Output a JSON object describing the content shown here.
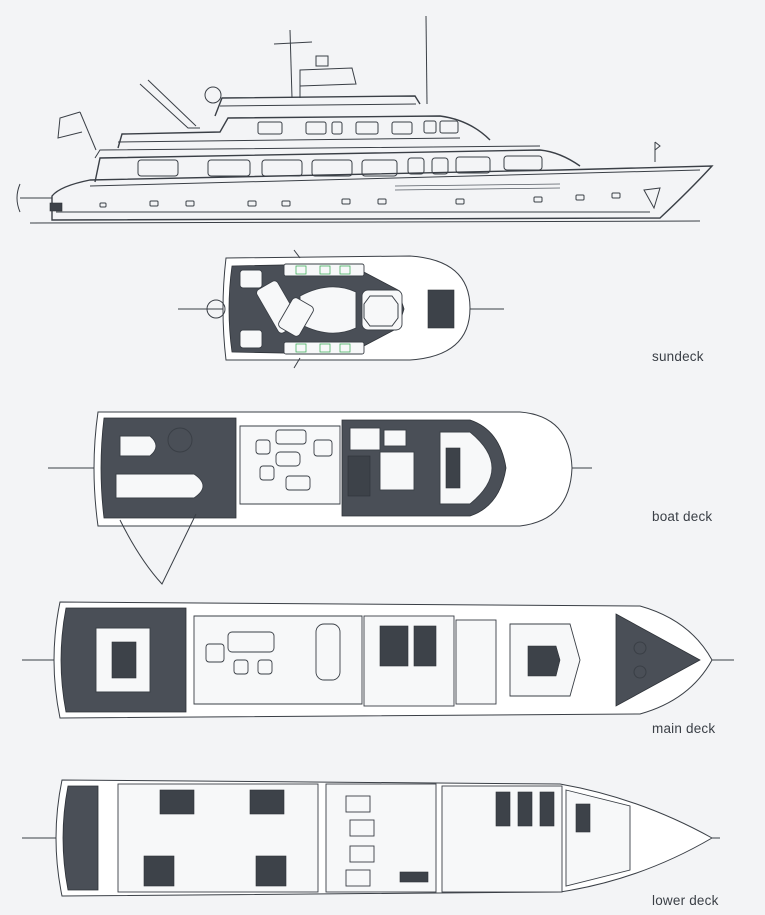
{
  "deck_labels": {
    "sundeck": "sundeck",
    "boat_deck": "boat deck",
    "main_deck": "main deck",
    "lower_deck": "lower deck"
  },
  "colors": {
    "background": "#f3f4f6",
    "line": "#3a3f46",
    "deck_planking": "#4a4f57",
    "accent_green": "#2fa84f"
  }
}
